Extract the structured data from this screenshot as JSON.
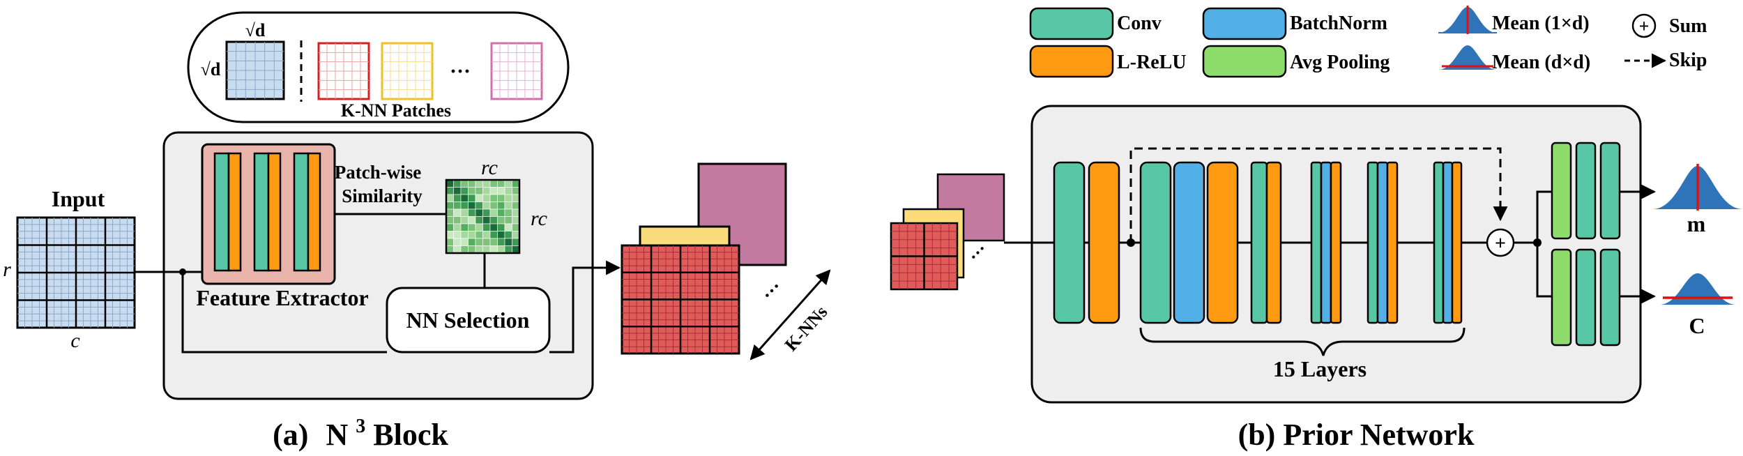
{
  "colors": {
    "conv": "#57c7a5",
    "batchnorm": "#52b0e6",
    "lrelu": "#ff9a12",
    "avgpool": "#8edc6b",
    "panel": "#eeeeee",
    "feature_extractor_bg": "#e8b4ab",
    "input_grid": "#c9dcef",
    "output_grid": "#e05c5c",
    "yellow_patch": "#fbdc7a",
    "pink_patch": "#c27aa0",
    "gaussian": "#2f74b8",
    "mean_line": "#e01010",
    "red_border": "#d42020",
    "yellow_border": "#f0c020",
    "pink_border": "#d070a8",
    "similarity_dark": "#1a6b3a",
    "similarity_light": "#a8d8a0"
  },
  "panel_a": {
    "caption_prefix": "(a)",
    "caption_main": "N",
    "caption_sup": "3",
    "caption_suffix": "Block",
    "input_label": "Input",
    "r_label": "r",
    "c_label": "c",
    "patch_size_top": "√d",
    "patch_size_left": "√d",
    "knn_patches_label": "K-NN Patches",
    "ellipsis": "···",
    "feature_extractor_label": "Feature Extractor",
    "patch_wise_label": "Patch-wise",
    "similarity_label": "Similarity",
    "rc_top": "rc",
    "rc_right": "rc",
    "nn_selection_label": "NN Selection",
    "knns_label": "K-NNs"
  },
  "panel_b": {
    "caption": "(b) Prior Network",
    "layers_label": "15 Layers",
    "output_m": "m",
    "output_c": "C",
    "sum_symbol": "+"
  },
  "legend": {
    "conv": "Conv",
    "lrelu": "L-ReLU",
    "batchnorm": "BatchNorm",
    "avgpool": "Avg Pooling",
    "mean_1xd": "Mean (1×d)",
    "mean_dxd": "Mean (d×d)",
    "sum": "Sum",
    "skip": "Skip"
  }
}
